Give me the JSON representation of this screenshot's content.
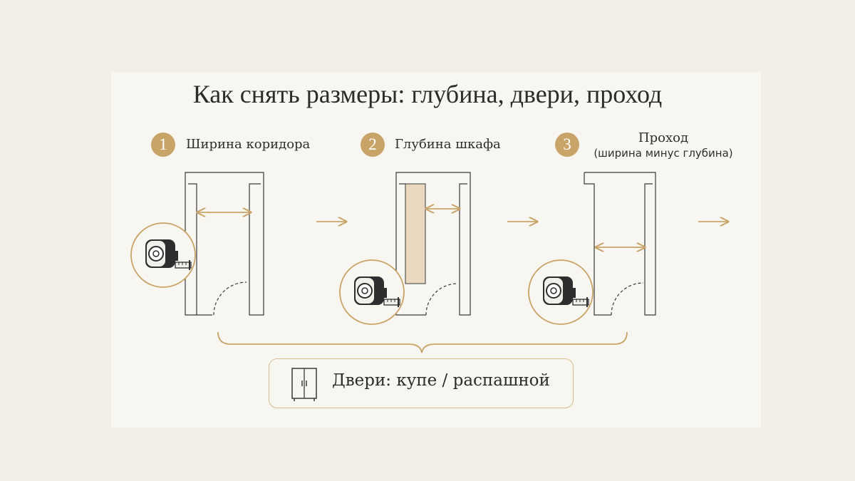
{
  "title": "Как снять размеры: глубина, двери, проход",
  "steps": [
    {
      "number": "1",
      "label": "Ширина коридора"
    },
    {
      "number": "2",
      "label": "Глубина шкафа"
    },
    {
      "number": "3",
      "label": "Проход",
      "sublabel": "(ширина минус глубина)"
    }
  ],
  "doors": {
    "label": "Двери: купе / распашной",
    "icon": "wardrobe-icon"
  },
  "icons": {
    "measure": "tape-measure-icon",
    "next": "arrow-right-icon"
  },
  "colors": {
    "accent": "#c9a469",
    "cabinet_fill": "#ead9c0",
    "line": "#3a3a3a",
    "background": "#f2efe8",
    "card": "#f8f6f1"
  }
}
